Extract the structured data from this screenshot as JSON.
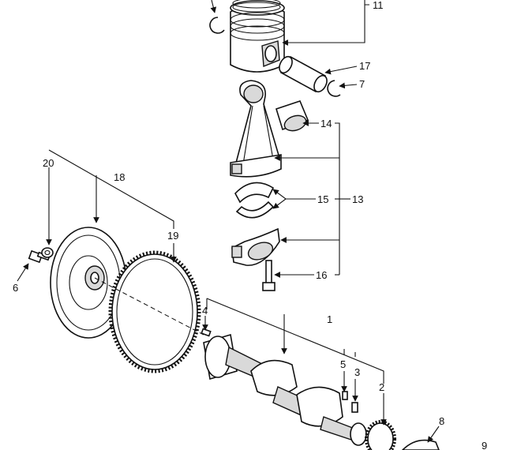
{
  "callouts": {
    "c1": "1",
    "c2": "2",
    "c3": "3",
    "c4": "4",
    "c5": "5",
    "c6": "6",
    "c7": "7",
    "c8": "8",
    "c9": "9",
    "c11": "11",
    "c13": "13",
    "c14": "14",
    "c15": "15",
    "c16": "16",
    "c17": "17",
    "c18": "18",
    "c19": "19",
    "c20": "20"
  }
}
